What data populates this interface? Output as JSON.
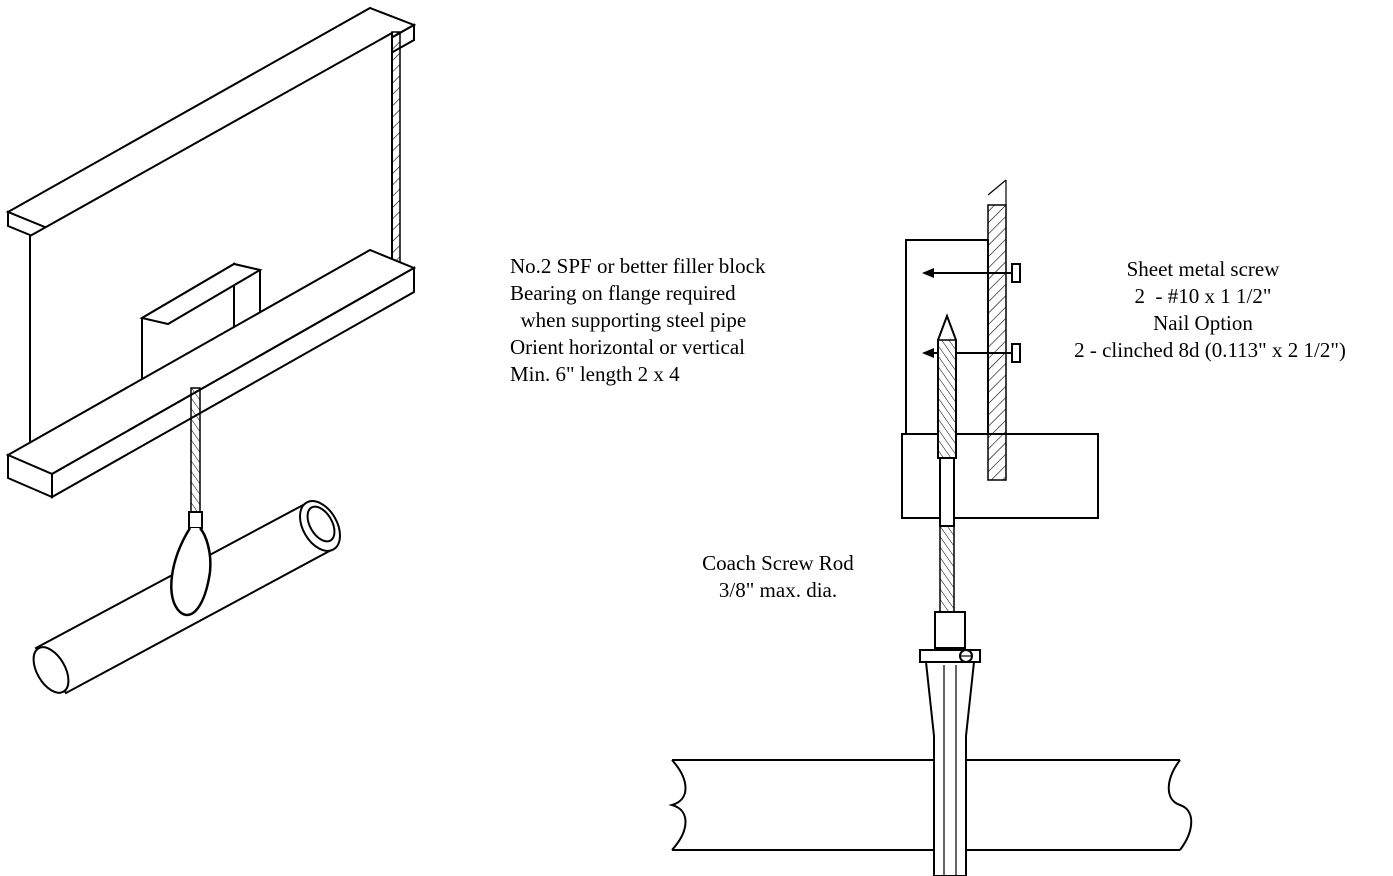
{
  "labels": {
    "filler_block": {
      "lines": [
        "No.2 SPF or better filler block",
        "Bearing on flange required",
        "  when supporting steel pipe",
        "Orient horizontal or vertical",
        "Min. 6\" length 2 x 4"
      ]
    },
    "fastener": {
      "lines": [
        "Sheet metal screw",
        "2  - #10 x 1 1/2\"",
        "Nail Option",
        "2 - clinched 8d (0.113\" x 2 1/2\")"
      ]
    },
    "rod": {
      "lines": [
        "Coach Screw Rod",
        "3/8\" max. dia."
      ]
    }
  },
  "colors": {
    "line": "#000000",
    "background": "#ffffff"
  }
}
